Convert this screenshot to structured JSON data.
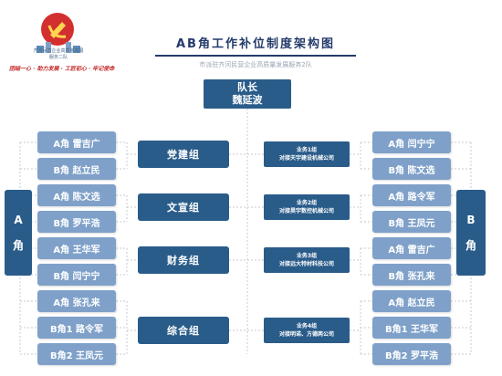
{
  "colors": {
    "dark_box": "#2a5c8a",
    "light_box": "#7fa1c9",
    "title": "#243b6b",
    "subtitle": "#9aa6b4",
    "connector": "#c5cbd3",
    "accent_red": "#c62828"
  },
  "header": {
    "logo_caption_line1": "齐河民营企业高质量发展",
    "logo_caption_line2": "服务二队",
    "slogan": "团结一心 · 助力发展 · 工匠初心 · 牢记使命",
    "title": "AB角工作补位制度架构图",
    "subtitle": "市派驻齐河民营企业高质量发展服务2队"
  },
  "captain": {
    "role": "队长",
    "name": "魏延波"
  },
  "side_a": {
    "line1": "A",
    "line2": "角"
  },
  "side_b": {
    "line1": "B",
    "line2": "角"
  },
  "groups": [
    {
      "label": "党建组",
      "business": {
        "line1": "业务1组",
        "line2": "对接天宇建设机械公司"
      },
      "left": [
        "A角 雷吉广",
        "B角 赵立民"
      ],
      "right": [
        "A角 闫宁宁",
        "B角 陈文选"
      ]
    },
    {
      "label": "文宣组",
      "business": {
        "line1": "业务2组",
        "line2": "对接昊宇数控机械公司"
      },
      "left": [
        "A角 陈文选",
        "B角 罗平浩"
      ],
      "right": [
        "A角 路令军",
        "B角 王凤元"
      ]
    },
    {
      "label": "财务组",
      "business": {
        "line1": "业务3组",
        "line2": "对接远大特材科技公司"
      },
      "left": [
        "A角 王华军",
        "B角 闫宁宁"
      ],
      "right": [
        "A角 雷吉广",
        "B角 张孔来"
      ]
    },
    {
      "label": "综合组",
      "business": {
        "line1": "业务4组",
        "line2": "对接明诺、方德两公司"
      },
      "left": [
        "A角 张孔来",
        "B角1 路令军",
        "B角2 王凤元"
      ],
      "right": [
        "A角 赵立民",
        "B角1 王华军",
        "B角2 罗平浩"
      ]
    }
  ]
}
